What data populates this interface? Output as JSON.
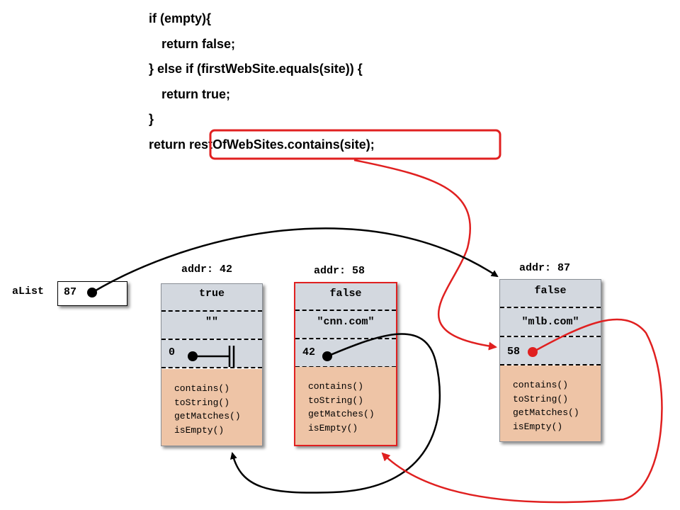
{
  "code": [
    "if (empty){",
    "return false;",
    "} else if (firstWebSite.equals(site)) {",
    "return true;",
    "}",
    "return restOfWebSites.contains(site);"
  ],
  "alist": {
    "label": "aList",
    "value": "87"
  },
  "nodes": [
    {
      "addr": "addr: 42",
      "empty": "true",
      "site": "\"\"",
      "next": "0",
      "methods": [
        "contains()",
        "toString()",
        "getMatches()",
        "isEmpty()"
      ]
    },
    {
      "addr": "addr: 58",
      "empty": "false",
      "site": "\"cnn.com\"",
      "next": "42",
      "methods": [
        "contains()",
        "toString()",
        "getMatches()",
        "isEmpty()"
      ]
    },
    {
      "addr": "addr: 87",
      "empty": "false",
      "site": "\"mlb.com\"",
      "next": "58",
      "methods": [
        "contains()",
        "toString()",
        "getMatches()",
        "isEmpty()"
      ]
    }
  ],
  "colors": {
    "highlight": "#e02020",
    "field": "#d3d8df",
    "methods": "#eec4a6"
  }
}
